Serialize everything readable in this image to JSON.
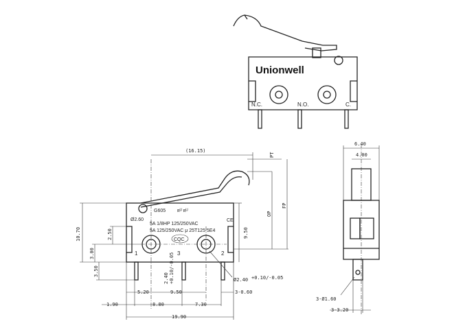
{
  "top_view": {
    "brand": "Unionwell",
    "terminals": [
      "N.C.",
      "N.O.",
      "C."
    ]
  },
  "front_view": {
    "model": "G605",
    "rating_1": "5A 1/8HP 125/250VAC",
    "rating_2": "5A 125/250VAC μ 25T125 5E4",
    "hole_label": "Ø2.60",
    "cqc_mark": "CQC",
    "terminal_numbers": [
      "1",
      "3",
      "2"
    ],
    "dimensions": {
      "overall_lever": "(16.15)",
      "pt": "PT",
      "op": "OP",
      "fp": "FP",
      "height_total": "10.70",
      "d_3_00": "3.00",
      "d_2_50": "2.50",
      "d_9_50_v": "9.50",
      "d_3_50": "3.50",
      "d_2_40_a": "2.40",
      "d_2_40_a_tol": "+0.10/-0.05",
      "d_2_40_b": "Ø2.40",
      "d_2_40_b_tol": "+0.10/-0.05",
      "d_5_20": "5.20",
      "d_9_50_h": "9.50",
      "d_3_060": "3-0.60",
      "d_1_90": "1.90",
      "d_8_80": "8.80",
      "d_7_30": "7.30",
      "d_19_90": "19.90"
    }
  },
  "side_view": {
    "dimensions": {
      "d_6_40": "6.40",
      "d_4_00": "4.00",
      "d_3_160": "3-Ø1.60",
      "d_3_320": "3-3.20"
    }
  }
}
